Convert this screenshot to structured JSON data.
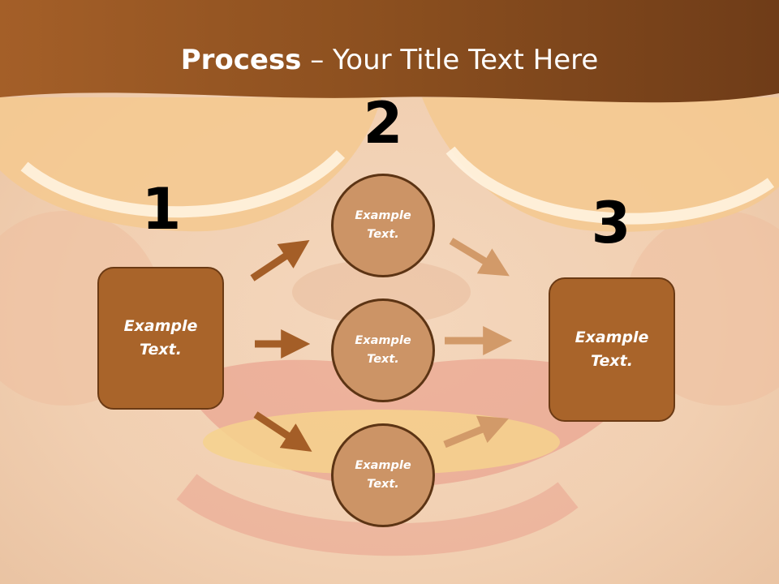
{
  "slide": {
    "title_bold": "Process",
    "title_rest": " – Your Title Text Here"
  },
  "steps": {
    "one": "1",
    "two": "2",
    "three": "3"
  },
  "boxes": {
    "left": "Example\nText.",
    "right": "Example\nText."
  },
  "circles": [
    {
      "label": "Example\nText."
    },
    {
      "label": "Example\nText."
    },
    {
      "label": "Example\nText."
    }
  ],
  "colors": {
    "header_brown": "#8a4f1f",
    "box_fill": "#a9642a",
    "circle_fill": "#cc9466",
    "arrow_dark": "#a45e27",
    "arrow_light": "#d29a69"
  }
}
